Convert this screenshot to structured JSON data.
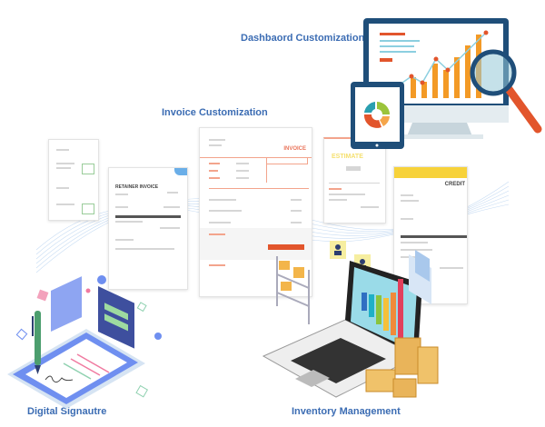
{
  "labels": {
    "dashboard": "Dashbaord Customization",
    "invoice": "Invoice Customization",
    "signature": "Digital Signautre",
    "inventory": "Inventory Management"
  },
  "documents": {
    "retainer_title": "RETAINER INVOICE",
    "invoice_title": "INVOICE",
    "estimate_title": "ESTIMATE",
    "credit_title": "CREDIT"
  },
  "colors": {
    "label": "#3b6cb3",
    "monitor_frame": "#1f4e79",
    "bars": "#f39a26",
    "accent_red": "#e2552c"
  }
}
